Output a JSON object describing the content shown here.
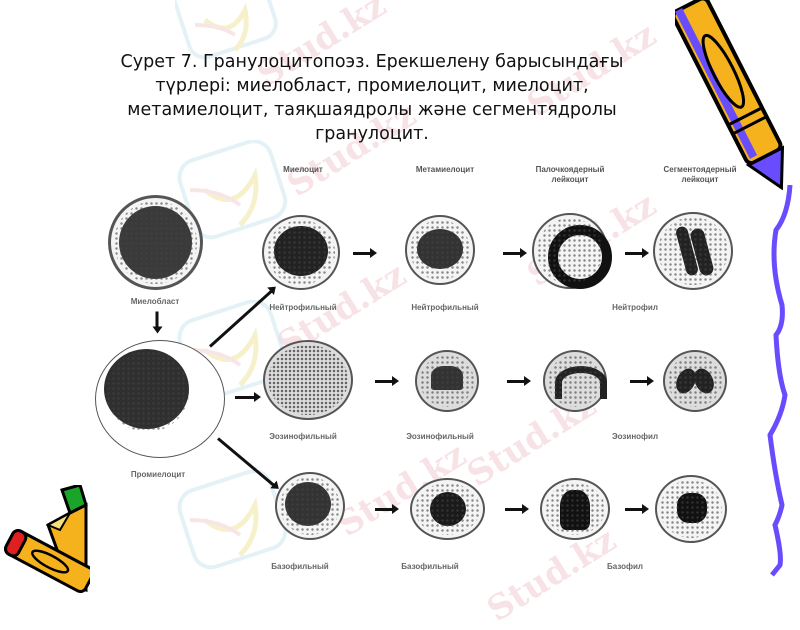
{
  "slide": {
    "title": "Сурет 7. Гранулоцитопоэз. Ерекшелену барысындағы түрлері: миелобласт, промиелоцит, миелоцит, метамиелоцит, таяқшаядролы және сегментядролы гранулоцит.",
    "title_lines": [
      "Сурет 7. Гранулоцитопоэз. Ерекшелену барысындағы",
      "түрлері: миелобласт, промиелоцит, миелоцит,",
      "метамиелоцит, таяқшаядролы және сегментядролы",
      "гранулоцит."
    ],
    "watermark_text": "Stud.kz"
  },
  "diagram": {
    "stage_headers": [
      {
        "line1": "Миелоцит",
        "line2": ""
      },
      {
        "line1": "Метамиелоцит",
        "line2": ""
      },
      {
        "line1": "Палочкоядерный",
        "line2": "лейкоцит"
      },
      {
        "line1": "Сегментоядерный",
        "line2": "лейкоцит"
      }
    ],
    "progenitors": {
      "myeloblast": "Миелобласт",
      "promyelocyte": "Промиелоцит"
    },
    "rows": [
      {
        "name": "neutrophil",
        "labels": [
          "Нейтрофильный",
          "Нейтрофильный",
          "Нейтрофил"
        ]
      },
      {
        "name": "eosinophil",
        "labels": [
          "Эозинофильный",
          "Эозинофильный",
          "Эозинофил"
        ]
      },
      {
        "name": "basophil",
        "labels": [
          "Базофильный",
          "Базофильный",
          "Базофил"
        ]
      }
    ]
  },
  "decor": {
    "pencil_top_right": "pencil-icon",
    "pencil_bottom_left": "pencil-icon",
    "right_border": "wavy-line",
    "colors": {
      "pencil_body": "#f5b21c",
      "pencil_accent": "#6a4cff",
      "wave": "#6a4cff",
      "pencil_tip_red": "#e02020",
      "pencil_cap_green": "#1aa52a"
    }
  }
}
